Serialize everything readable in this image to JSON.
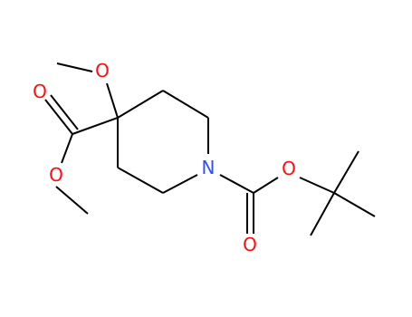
{
  "molecule": {
    "colors": {
      "bond": "#000000",
      "oxygen": "#ff0d0d",
      "nitrogen": "#3050f8"
    },
    "atoms": {
      "o_methoxy": "O",
      "o_ester_carbonyl": "O",
      "o_ester_single": "O",
      "n_ring": "N",
      "o_boc_single": "O",
      "o_boc_carbonyl": "O"
    }
  }
}
